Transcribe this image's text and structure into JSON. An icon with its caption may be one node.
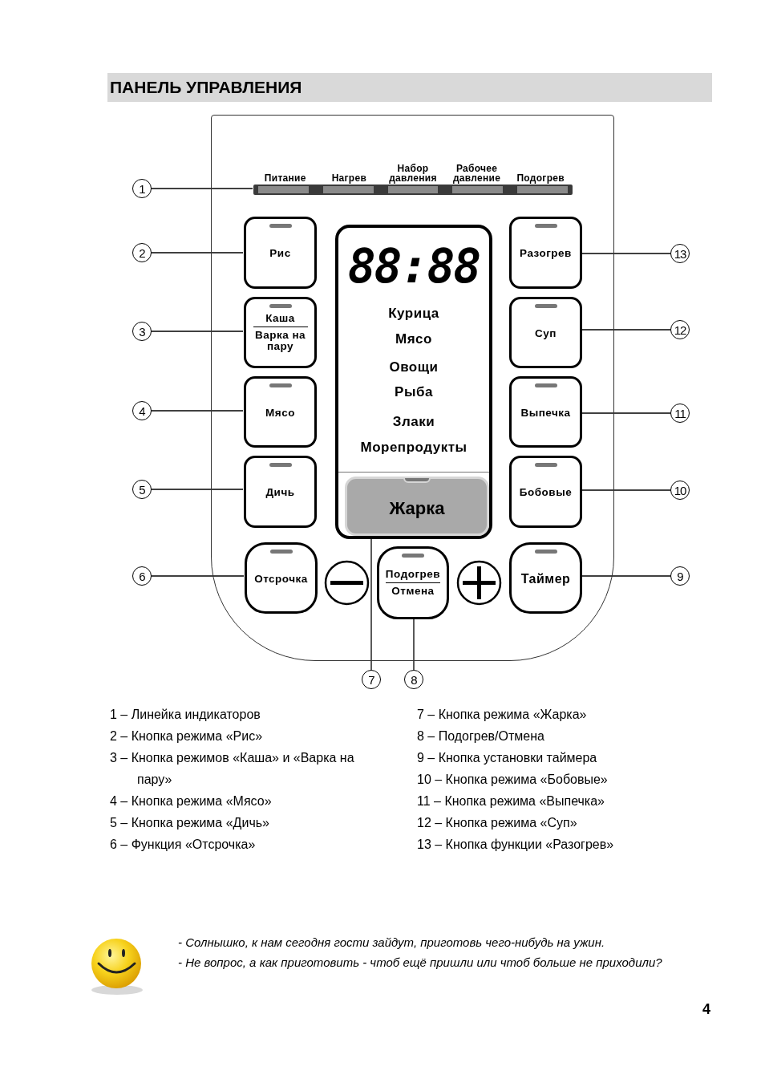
{
  "diagram": {
    "title": "ПАНЕЛЬ УПРАВЛЕНИЯ",
    "nodes": [
      {
        "text": [],
        "shape": "box"
      },
      {
        "text": [
          "Питание",
          "Нагрев",
          "Набор давления",
          "Рабочее давление",
          "Подогрев"
        ],
        "in": 0
      },
      {
        "text": [
          "Рис"
        ],
        "in": 0
      },
      {
        "text": [
          "Каша",
          "Варка на пару"
        ],
        "in": 0
      },
      {
        "text": [
          "Мясо"
        ],
        "in": 0
      },
      {
        "text": [
          "Дичь"
        ],
        "in": 0
      },
      {
        "text": [
          "Отсрочка"
        ],
        "in": 0
      },
      {
        "text": [
          "88:88",
          "Курица",
          "Мясо",
          "Овощи",
          "Рыба",
          "Злаки",
          "Морепродукты"
        ],
        "in": 0
      },
      {
        "text": [
          "Жарка"
        ],
        "in": 7
      },
      {
        "text": [],
        "shape": "circle",
        "in": 0
      },
      {
        "text": [
          "Подогрев",
          "Отмена"
        ],
        "in": 0
      },
      {
        "text": [],
        "shape": "circle",
        "in": 0
      },
      {
        "text": [
          "Разогрев"
        ],
        "in": 0
      },
      {
        "text": [
          "Суп"
        ],
        "in": 0
      },
      {
        "text": [
          "Выпечка"
        ],
        "in": 0
      },
      {
        "text": [
          "Бобовые"
        ],
        "in": 0
      },
      {
        "text": [
          "Таймер"
        ],
        "in": 0
      },
      {
        "text": [
          "1"
        ]
      },
      {
        "text": [
          "2"
        ]
      },
      {
        "text": [
          "3"
        ]
      },
      {
        "text": [
          "4"
        ]
      },
      {
        "text": [
          "5"
        ]
      },
      {
        "text": [
          "6"
        ]
      },
      {
        "text": [
          "7"
        ]
      },
      {
        "text": [
          "8"
        ]
      },
      {
        "text": [
          "9"
        ]
      },
      {
        "text": [
          "10"
        ]
      },
      {
        "text": [
          "11"
        ]
      },
      {
        "text": [
          "12"
        ]
      },
      {
        "text": [
          "13"
        ]
      }
    ],
    "edges": [
      {
        "from": 17,
        "to": 1,
        "arrow": "none"
      },
      {
        "from": 18,
        "to": 2,
        "arrow": "none"
      },
      {
        "from": 19,
        "to": 3,
        "arrow": "none"
      },
      {
        "from": 20,
        "to": 4,
        "arrow": "none"
      },
      {
        "from": 21,
        "to": 5,
        "arrow": "none"
      },
      {
        "from": 22,
        "to": 6,
        "arrow": "none"
      },
      {
        "from": 23,
        "to": 8,
        "arrow": "none"
      },
      {
        "from": 24,
        "to": 10,
        "arrow": "none"
      },
      {
        "from": 25,
        "to": 16,
        "arrow": "none"
      },
      {
        "from": 26,
        "to": 15,
        "arrow": "none"
      },
      {
        "from": 27,
        "to": 14,
        "arrow": "none"
      },
      {
        "from": 28,
        "to": 13,
        "arrow": "none"
      },
      {
        "from": 29,
        "to": 12,
        "arrow": "none"
      }
    ],
    "labels": [
      "1 – Линейка индикаторов",
      "2 – Кнопка режима «Рис»",
      "3 – Кнопка режимов «Каша» и «Варка на пару»",
      "4 – Кнопка режима «Мясо»",
      "5 – Кнопка режима «Дичь»",
      "6 – Функция «Отсрочка»",
      "7 – Кнопка режима «Жарка»",
      "8 – Подогрев/Отмена",
      "9 – Кнопка установки таймера",
      "10 – Кнопка режима «Бобовые»",
      "11 – Кнопка режима «Выпечка»",
      "12 – Кнопка режима «Суп»",
      "13 – Кнопка функции «Разогрев»",
      "- Солнышко, к нам сегодня гости зайдут, приготовь чего-нибудь на ужин.",
      "- Не вопрос, а как приготовить - чтоб ещё пришли или чтоб больше не приходили?",
      "4"
    ]
  }
}
